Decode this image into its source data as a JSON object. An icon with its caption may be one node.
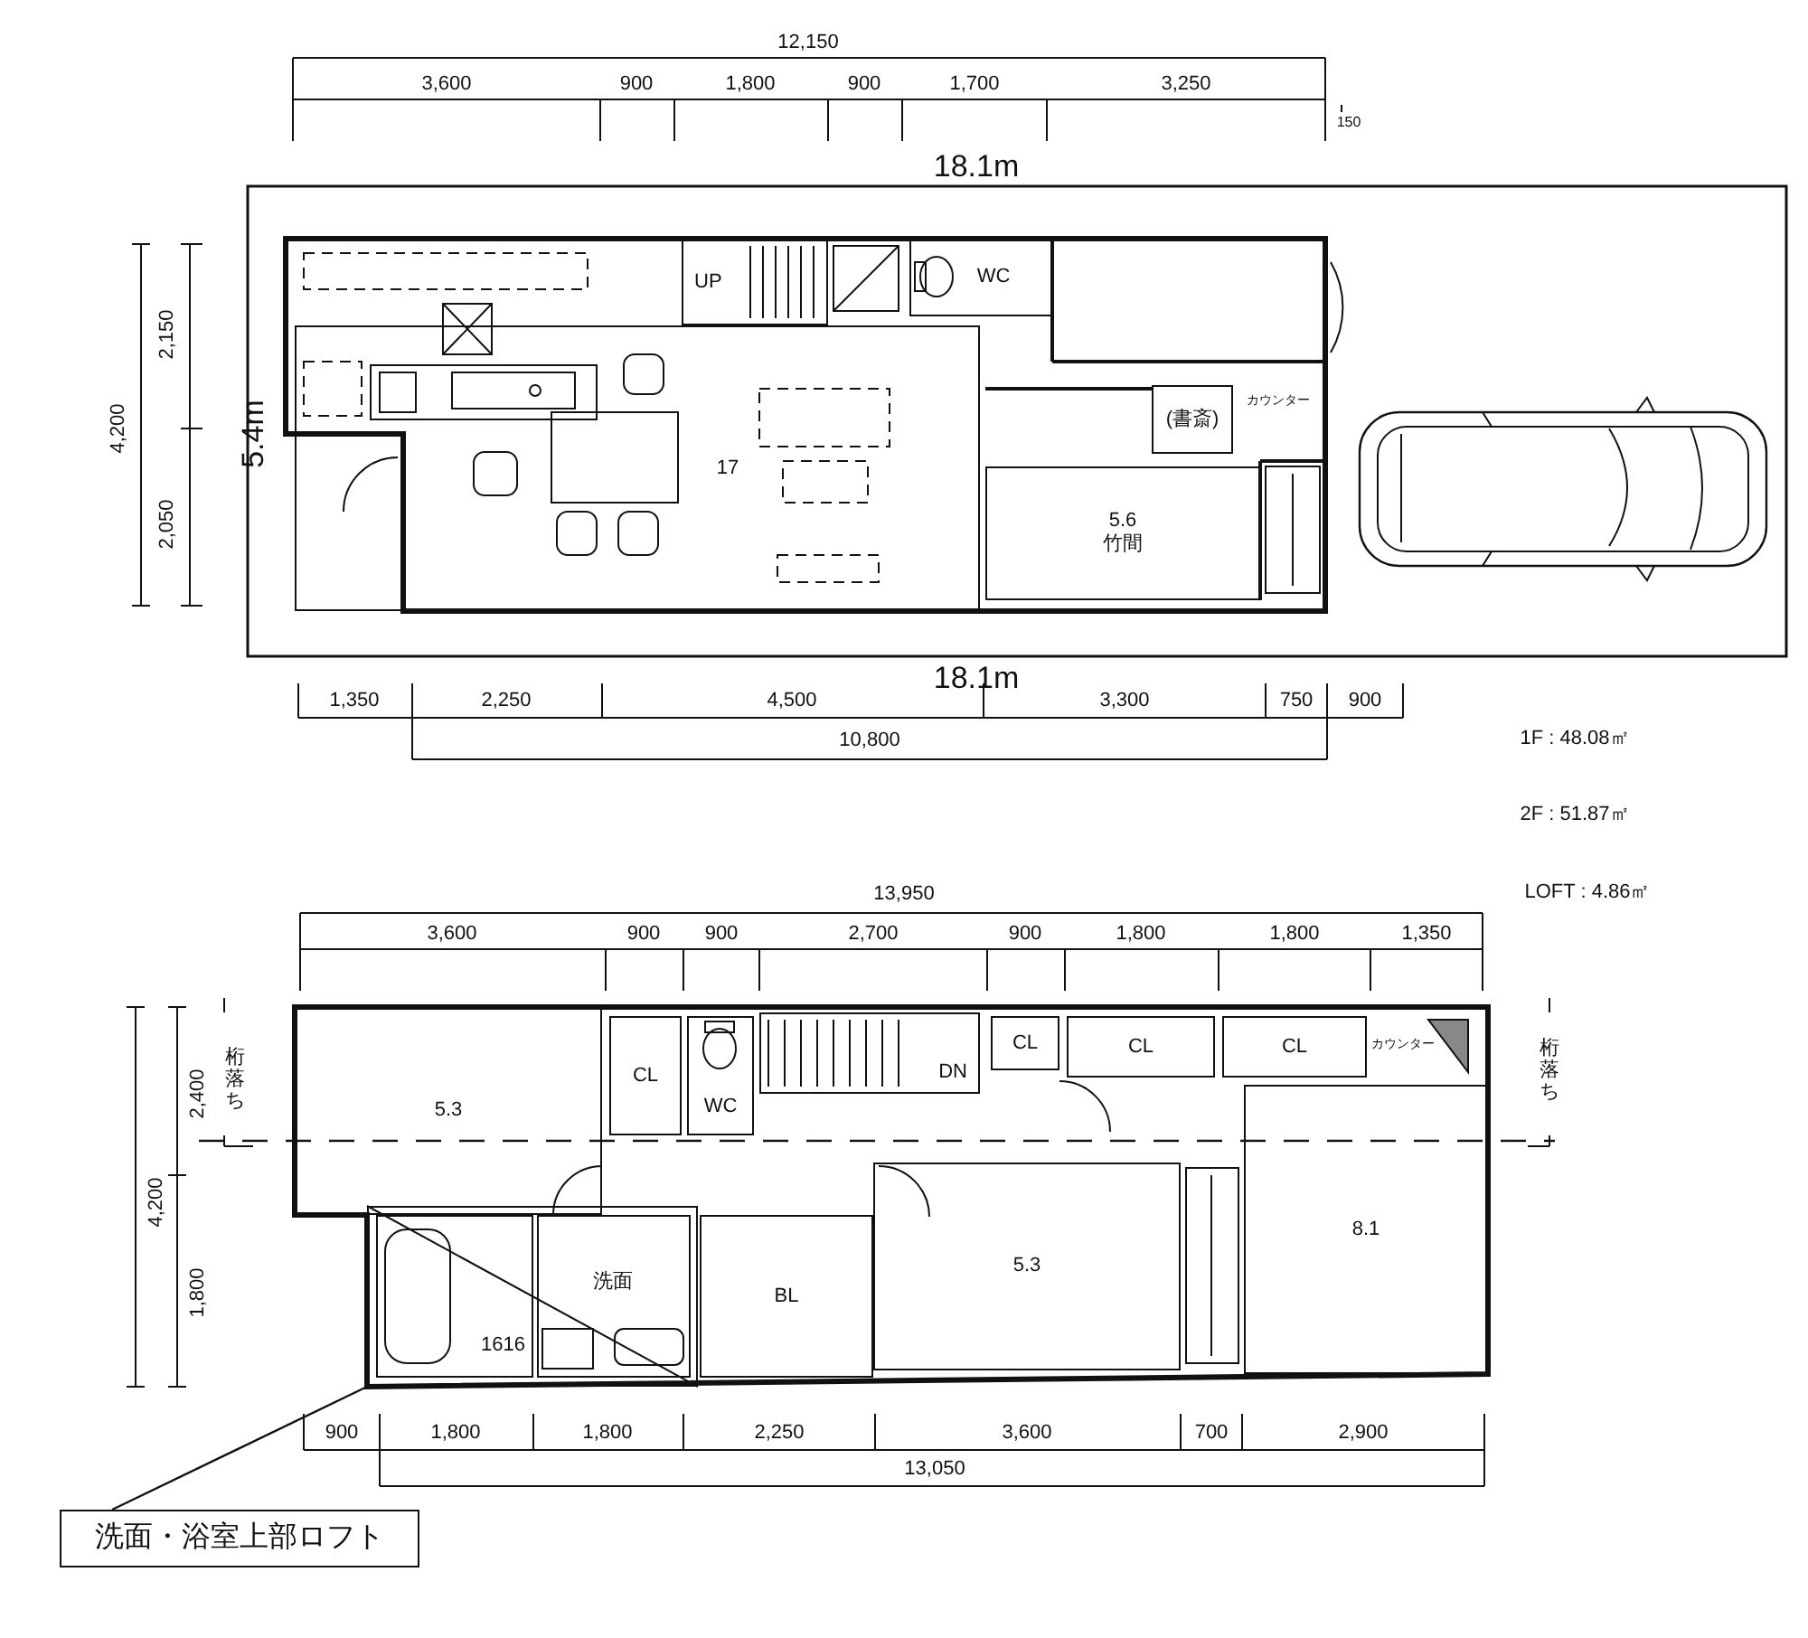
{
  "diagram": {
    "nodes": [
      {
        "text": [
          "17"
        ]
      },
      {
        "text": [
          "UP"
        ]
      },
      {
        "text": [
          "WC"
        ]
      },
      {
        "text": [
          "(書斎)"
        ]
      },
      {
        "text": [
          "5.6",
          "竹間"
        ]
      },
      {
        "text": [
          "5.3"
        ]
      },
      {
        "text": [
          "CL"
        ]
      },
      {
        "text": [
          "WC"
        ]
      },
      {
        "text": [
          "DN"
        ]
      },
      {
        "text": [
          "CL"
        ]
      },
      {
        "text": [
          "CL"
        ]
      },
      {
        "text": [
          "CL"
        ]
      },
      {
        "text": [
          "8.1"
        ]
      },
      {
        "text": [
          "5.3"
        ]
      },
      {
        "text": [
          "BL"
        ]
      },
      {
        "text": [],
        "shape": "box"
      },
      {
        "text": [
          "1616"
        ],
        "in": 15
      },
      {
        "text": [
          "洗面"
        ],
        "in": 15
      },
      {
        "text": [
          "洗面・浴室上部ロフト"
        ]
      }
    ],
    "edges": [
      {
        "from": 18,
        "to": 15,
        "arrow": "none"
      }
    ],
    "labels": [
      "12,150",
      "3,600",
      "900",
      "1,800",
      "900",
      "1,700",
      "3,250",
      "150",
      "18.1m",
      "4,200",
      "2,150",
      "5.4m",
      "カウンター",
      "2,050",
      "18.1m",
      "1,350",
      "2,250",
      "4,500",
      "3,300",
      "750",
      "900",
      "10,800",
      "1F : 48.08㎡",
      "2F : 51.87㎡",
      "13,950",
      "LOFT : 4.86㎡",
      "3,600",
      "900",
      "900",
      "2,700",
      "900",
      "1,800",
      "1,800",
      "1,350",
      "カウンター",
      "2,400",
      "桁落ち",
      "桁落ち",
      "4,200",
      "1,800",
      "900",
      "1,800",
      "1,800",
      "2,250",
      "3,600",
      "700",
      "2,900",
      "13,050"
    ]
  }
}
